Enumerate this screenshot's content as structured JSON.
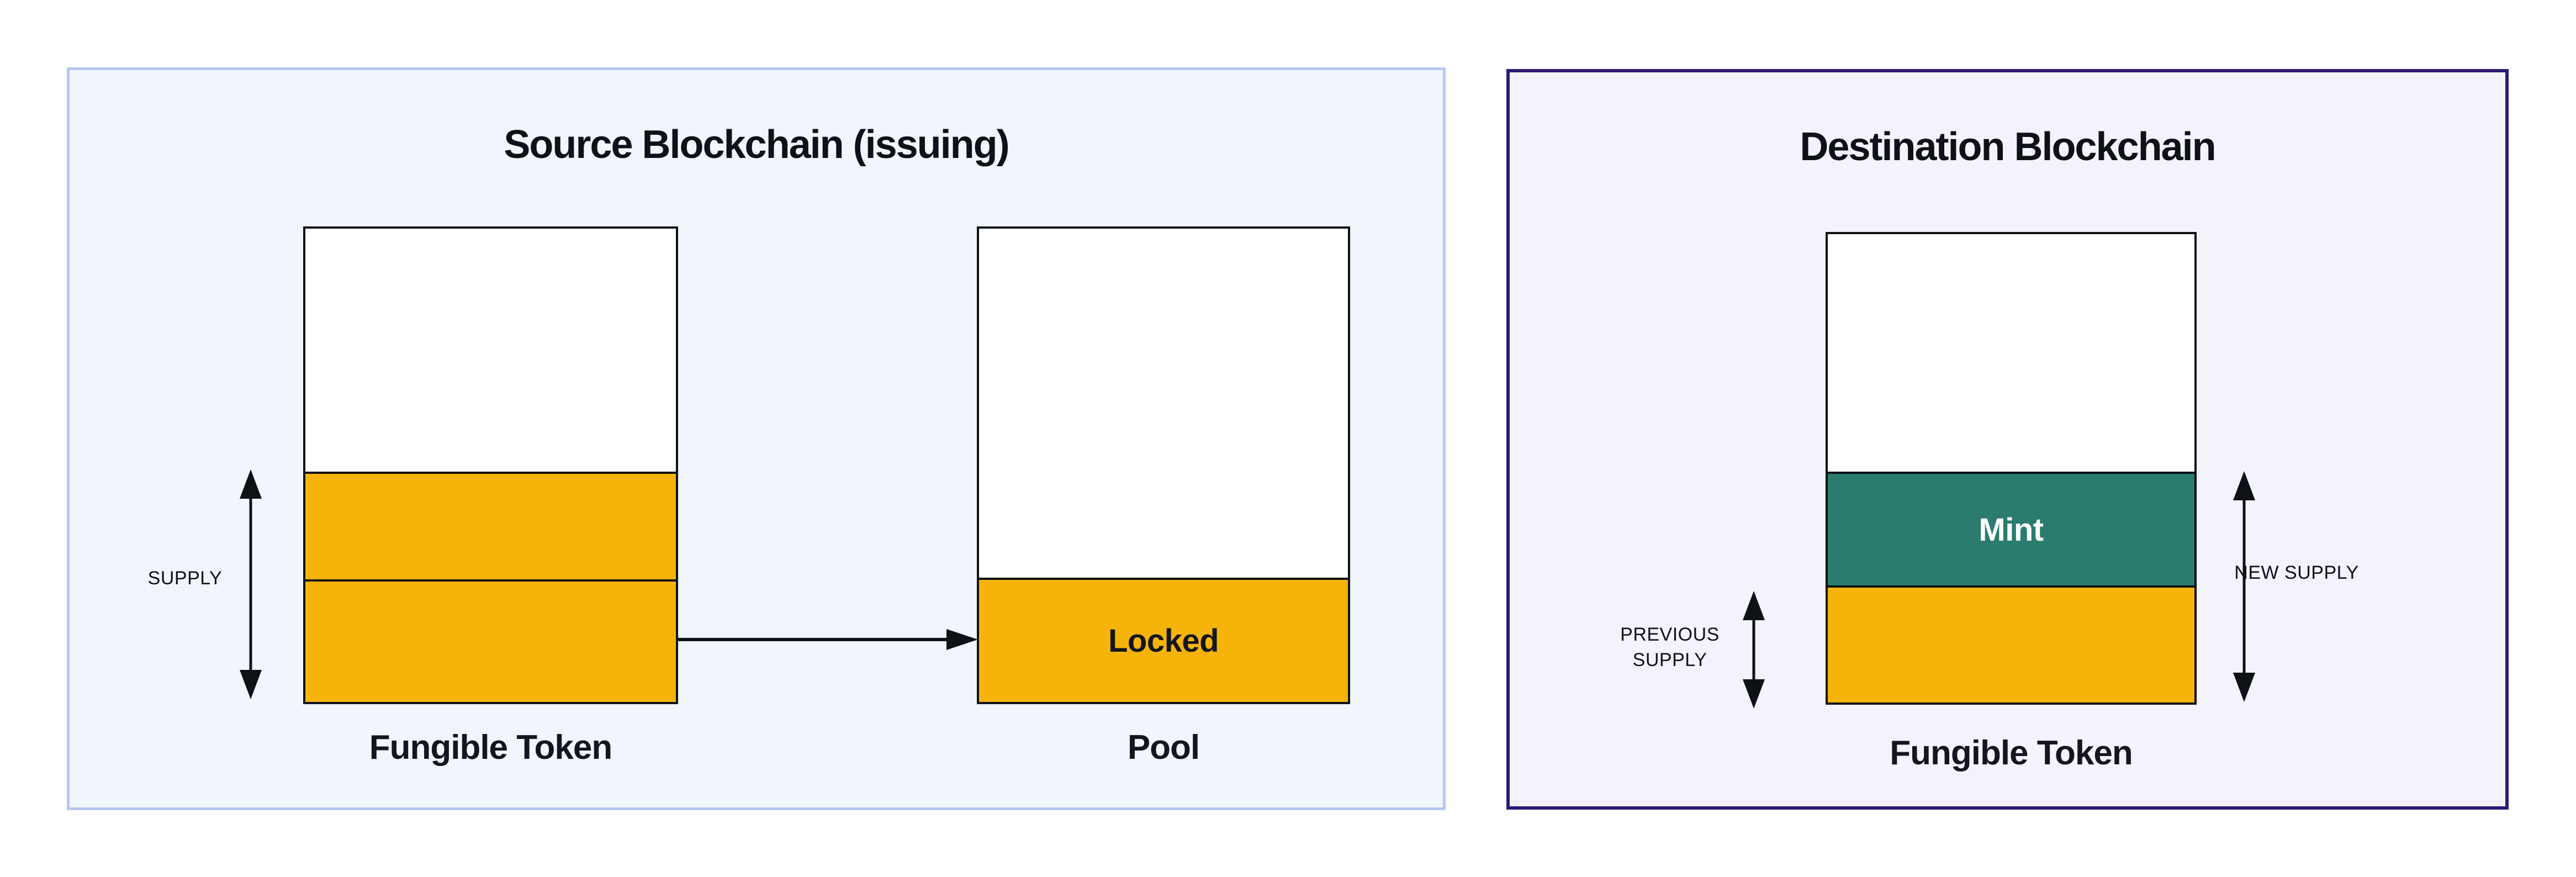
{
  "source_panel": {
    "title": "Source Blockchain (issuing)",
    "supply_label": "SUPPLY",
    "fungible_token_label": "Fungible Token",
    "pool_label": "Pool",
    "locked_label": "Locked"
  },
  "destination_panel": {
    "title": "Destination Blockchain",
    "previous_supply_label": "PREVIOUS SUPPLY",
    "new_supply_label": "NEW SUPPLY",
    "mint_label": "Mint",
    "fungible_token_label": "Fungible Token"
  },
  "colors": {
    "token_orange": "#F6B40B",
    "mint_teal": "#2A7C6F",
    "ink": "#0E1116",
    "label_navy": "#14161F",
    "source_bg": "#F1F5FC",
    "source_border": "#B7C7EE",
    "destination_bg": "#F4F2FB",
    "destination_border": "#2E1A72",
    "segment_white": "#FFFFFF",
    "page_bg": "#FFFFFF",
    "mint_text": "#FFFFFF"
  }
}
